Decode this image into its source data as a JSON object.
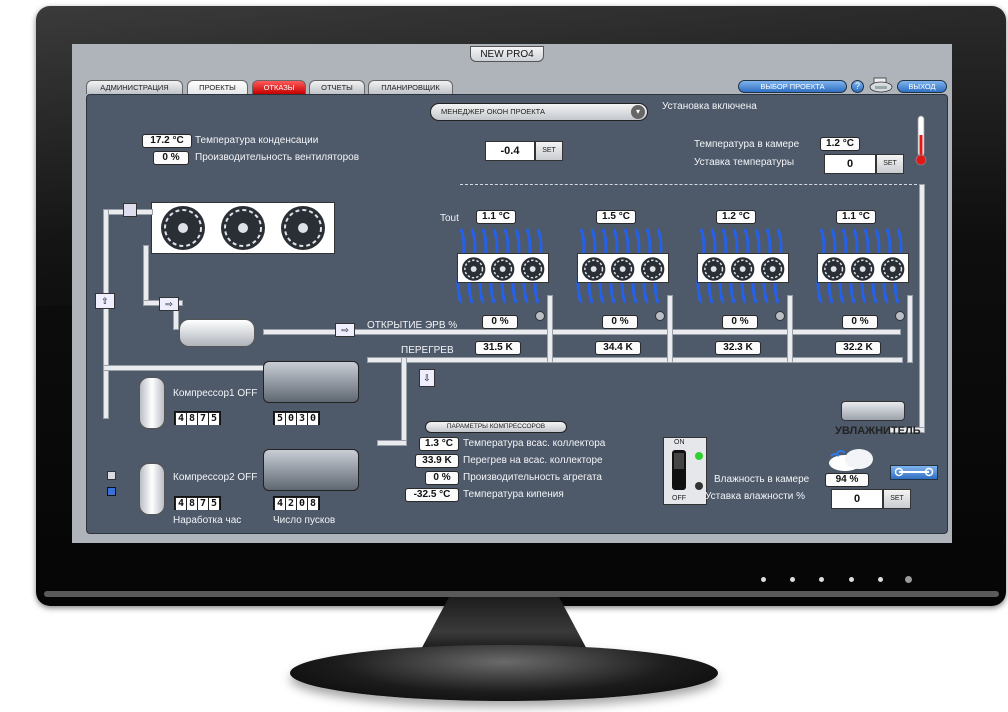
{
  "window_title": "NEW PRO4",
  "tabs": [
    {
      "label": "АДМИНИСТРАЦИЯ",
      "state": "normal"
    },
    {
      "label": "ПРОЕКТЫ",
      "state": "active"
    },
    {
      "label": "ОТКАЗЫ",
      "state": "alarm"
    },
    {
      "label": "ОТЧЕТЫ",
      "state": "normal"
    },
    {
      "label": "ПЛАНИРОВЩИК",
      "state": "normal"
    }
  ],
  "header_buttons": {
    "project_select": "ВЫБОР ПРОЕКТА",
    "help": "?",
    "exit": "ВЫХОД"
  },
  "window_manager": {
    "label": "МЕНЕДЖЕР ОКОН ПРОЕКТА",
    "chevron_icon": "chevron-down-icon"
  },
  "status_text": "Установка включена",
  "condenser": {
    "temperature_value": "17.2 °C",
    "temperature_label": "Температура конденсации",
    "fan_perf_value": "0 %",
    "fan_perf_label": "Производительность вентиляторов"
  },
  "setpoint_center": {
    "value": "-0.4",
    "set_label": "SET"
  },
  "chamber": {
    "temp_label": "Температура в камере",
    "temp_value": "1.2 °C",
    "setpoint_label": "Уставка температуры",
    "setpoint_value": "0",
    "set_label": "SET"
  },
  "tout_label": "Tout",
  "evaporators": [
    {
      "tout": "1.1 °C",
      "valve": "0 %",
      "superheat": "31.5 K"
    },
    {
      "tout": "1.5 °C",
      "valve": "0 %",
      "superheat": "34.4 K"
    },
    {
      "tout": "1.2 °C",
      "valve": "0 %",
      "superheat": "32.3 K"
    },
    {
      "tout": "1.1 °C",
      "valve": "0 %",
      "superheat": "32.2 K"
    }
  ],
  "erv_label": "ОТКРЫТИЕ ЭРВ %",
  "superheat_label": "ПЕРЕГРЕВ",
  "compressors": [
    {
      "label": "Компрессор1 OFF",
      "hours_digits": [
        "4",
        "8",
        "7",
        "5"
      ],
      "starts_digits": [
        "5",
        "0",
        "3",
        "0"
      ]
    },
    {
      "label": "Компрессор2 OFF",
      "hours_digits": [
        "4",
        "8",
        "7",
        "5"
      ],
      "starts_digits": [
        "4",
        "2",
        "0",
        "8"
      ]
    }
  ],
  "hours_label": "Наработка час",
  "starts_label": "Число пусков",
  "compressor_params": {
    "title": "ПАРАМЕТРЫ КОМПРЕССОРОВ",
    "rows": [
      {
        "value": "1.3 °C",
        "label": "Температура всас. коллектора"
      },
      {
        "value": "33.9 K",
        "label": "Перегрев на всас. коллекторе"
      },
      {
        "value": "0 %",
        "label": "Производительность агрегата"
      },
      {
        "value": "-32.5 °C",
        "label": "Температура кипения"
      }
    ]
  },
  "power_switch": {
    "on_label": "ON",
    "off_label": "OFF",
    "led_on_color": "#2fd12f",
    "led_off_color": "#333333"
  },
  "humidifier_label": "УВЛАЖНИТЕЛЬ",
  "humidity": {
    "label": "Влажность в камере",
    "value": "94 %",
    "setpoint_label": "Уставка влажности %",
    "setpoint_value": "0",
    "set_label": "SET"
  },
  "colors": {
    "panel": "#4e5969",
    "screen_frame": "#afb3ba",
    "alarm_tab": "#d01010",
    "accent_blue": "#2f6fc3",
    "airflow_blue": "#1e63ff"
  },
  "icons": [
    "thermometer-icon",
    "printer-icon",
    "cloud-humidity-icon",
    "wrench-icon",
    "manual-valve-icon",
    "fan-icon"
  ]
}
